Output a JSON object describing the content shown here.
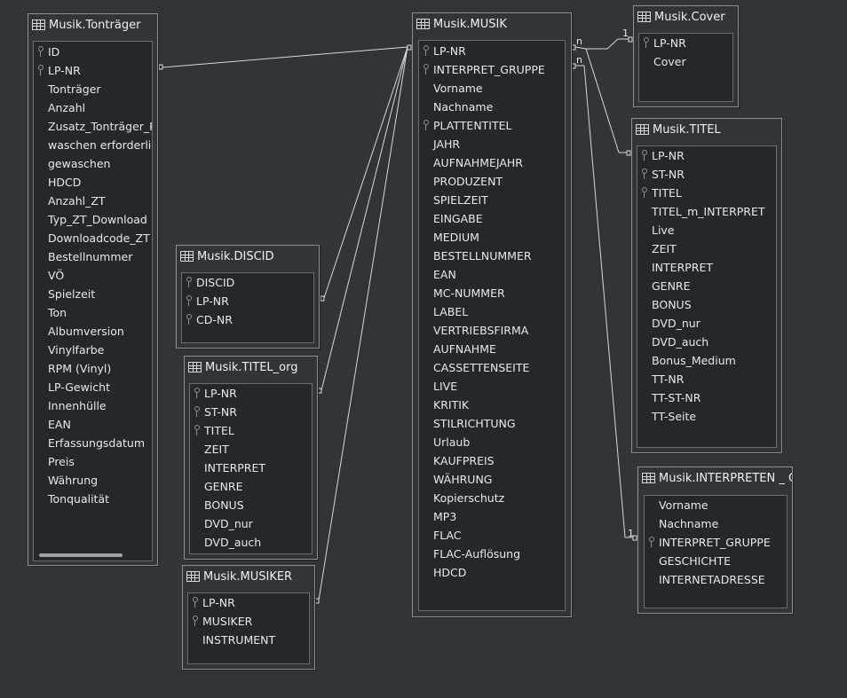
{
  "tables": {
    "tontraeger": {
      "title": "Musik.Tonträger",
      "fields": [
        {
          "name": "ID",
          "key": true
        },
        {
          "name": "LP-NR",
          "key": true
        },
        {
          "name": "Tonträger",
          "key": false
        },
        {
          "name": "Anzahl",
          "key": false
        },
        {
          "name": "Zusatz_Tonträger_P",
          "key": false
        },
        {
          "name": "waschen erforderlich",
          "key": false
        },
        {
          "name": "gewaschen",
          "key": false
        },
        {
          "name": "HDCD",
          "key": false
        },
        {
          "name": "Anzahl_ZT",
          "key": false
        },
        {
          "name": "Typ_ZT_Download",
          "key": false
        },
        {
          "name": "Downloadcode_ZT",
          "key": false
        },
        {
          "name": "Bestellnummer",
          "key": false
        },
        {
          "name": "VÖ",
          "key": false
        },
        {
          "name": "Spielzeit",
          "key": false
        },
        {
          "name": "Ton",
          "key": false
        },
        {
          "name": "Albumversion",
          "key": false
        },
        {
          "name": "Vinylfarbe",
          "key": false
        },
        {
          "name": "RPM (Vinyl)",
          "key": false
        },
        {
          "name": "LP-Gewicht",
          "key": false
        },
        {
          "name": "Innenhülle",
          "key": false
        },
        {
          "name": "EAN",
          "key": false
        },
        {
          "name": "Erfassungsdatum",
          "key": false
        },
        {
          "name": "Preis",
          "key": false
        },
        {
          "name": "Währung",
          "key": false
        },
        {
          "name": "Tonqualität",
          "key": false
        }
      ]
    },
    "discid": {
      "title": "Musik.DISCID",
      "fields": [
        {
          "name": "DISCID",
          "key": true
        },
        {
          "name": "LP-NR",
          "key": true
        },
        {
          "name": "CD-NR",
          "key": true
        }
      ]
    },
    "titel_org": {
      "title": "Musik.TITEL_org",
      "fields": [
        {
          "name": "LP-NR",
          "key": true
        },
        {
          "name": "ST-NR",
          "key": true
        },
        {
          "name": "TITEL",
          "key": true
        },
        {
          "name": "ZEIT",
          "key": false
        },
        {
          "name": "INTERPRET",
          "key": false
        },
        {
          "name": "GENRE",
          "key": false
        },
        {
          "name": "BONUS",
          "key": false
        },
        {
          "name": "DVD_nur",
          "key": false
        },
        {
          "name": "DVD_auch",
          "key": false
        }
      ]
    },
    "musiker": {
      "title": "Musik.MUSIKER",
      "fields": [
        {
          "name": "LP-NR",
          "key": true
        },
        {
          "name": "MUSIKER",
          "key": true
        },
        {
          "name": "INSTRUMENT",
          "key": false
        }
      ]
    },
    "musik": {
      "title": "Musik.MUSIK",
      "fields": [
        {
          "name": "LP-NR",
          "key": true
        },
        {
          "name": "INTERPRET_GRUPPE",
          "key": true
        },
        {
          "name": "Vorname",
          "key": false
        },
        {
          "name": "Nachname",
          "key": false
        },
        {
          "name": "PLATTENTITEL",
          "key": true
        },
        {
          "name": "JAHR",
          "key": false
        },
        {
          "name": "AUFNAHMEJAHR",
          "key": false
        },
        {
          "name": "PRODUZENT",
          "key": false
        },
        {
          "name": "SPIELZEIT",
          "key": false
        },
        {
          "name": "EINGABE",
          "key": false
        },
        {
          "name": "MEDIUM",
          "key": false
        },
        {
          "name": "BESTELLNUMMER",
          "key": false
        },
        {
          "name": "EAN",
          "key": false
        },
        {
          "name": "MC-NUMMER",
          "key": false
        },
        {
          "name": "LABEL",
          "key": false
        },
        {
          "name": "VERTRIEBSFIRMA",
          "key": false
        },
        {
          "name": "AUFNAHME",
          "key": false
        },
        {
          "name": "CASSETTENSEITE",
          "key": false
        },
        {
          "name": "LIVE",
          "key": false
        },
        {
          "name": "KRITIK",
          "key": false
        },
        {
          "name": "STILRICHTUNG",
          "key": false
        },
        {
          "name": "Urlaub",
          "key": false
        },
        {
          "name": "KAUFPREIS",
          "key": false
        },
        {
          "name": "WÄHRUNG",
          "key": false
        },
        {
          "name": "Kopierschutz",
          "key": false
        },
        {
          "name": "MP3",
          "key": false
        },
        {
          "name": "FLAC",
          "key": false
        },
        {
          "name": "FLAC-Auflösung",
          "key": false
        },
        {
          "name": "HDCD",
          "key": false
        }
      ]
    },
    "cover": {
      "title": "Musik.Cover",
      "fields": [
        {
          "name": "LP-NR",
          "key": true
        },
        {
          "name": "Cover",
          "key": false
        }
      ]
    },
    "titel": {
      "title": "Musik.TITEL",
      "fields": [
        {
          "name": "LP-NR",
          "key": true
        },
        {
          "name": "ST-NR",
          "key": true
        },
        {
          "name": "TITEL",
          "key": true
        },
        {
          "name": "TITEL_m_INTERPRET",
          "key": false
        },
        {
          "name": "Live",
          "key": false
        },
        {
          "name": "ZEIT",
          "key": false
        },
        {
          "name": "INTERPRET",
          "key": false
        },
        {
          "name": "GENRE",
          "key": false
        },
        {
          "name": "BONUS",
          "key": false
        },
        {
          "name": "DVD_nur",
          "key": false
        },
        {
          "name": "DVD_auch",
          "key": false
        },
        {
          "name": "Bonus_Medium",
          "key": false
        },
        {
          "name": "TT-NR",
          "key": false
        },
        {
          "name": "TT-ST-NR",
          "key": false
        },
        {
          "name": "TT-Seite",
          "key": false
        }
      ]
    },
    "interpreten": {
      "title": "Musik.INTERPRETEN _ GRUPPEN",
      "fields": [
        {
          "name": "Vorname",
          "key": false
        },
        {
          "name": "Nachname",
          "key": false
        },
        {
          "name": "INTERPRET_GRUPPE",
          "key": true
        },
        {
          "name": "GESCHICHTE",
          "key": false
        },
        {
          "name": "INTERNETADRESSE",
          "key": false
        }
      ]
    }
  },
  "relations": {
    "cardinality_n": "n",
    "cardinality_1": "1"
  },
  "scrollbar": {
    "tontraeger_thumb_fraction": 0.78
  }
}
